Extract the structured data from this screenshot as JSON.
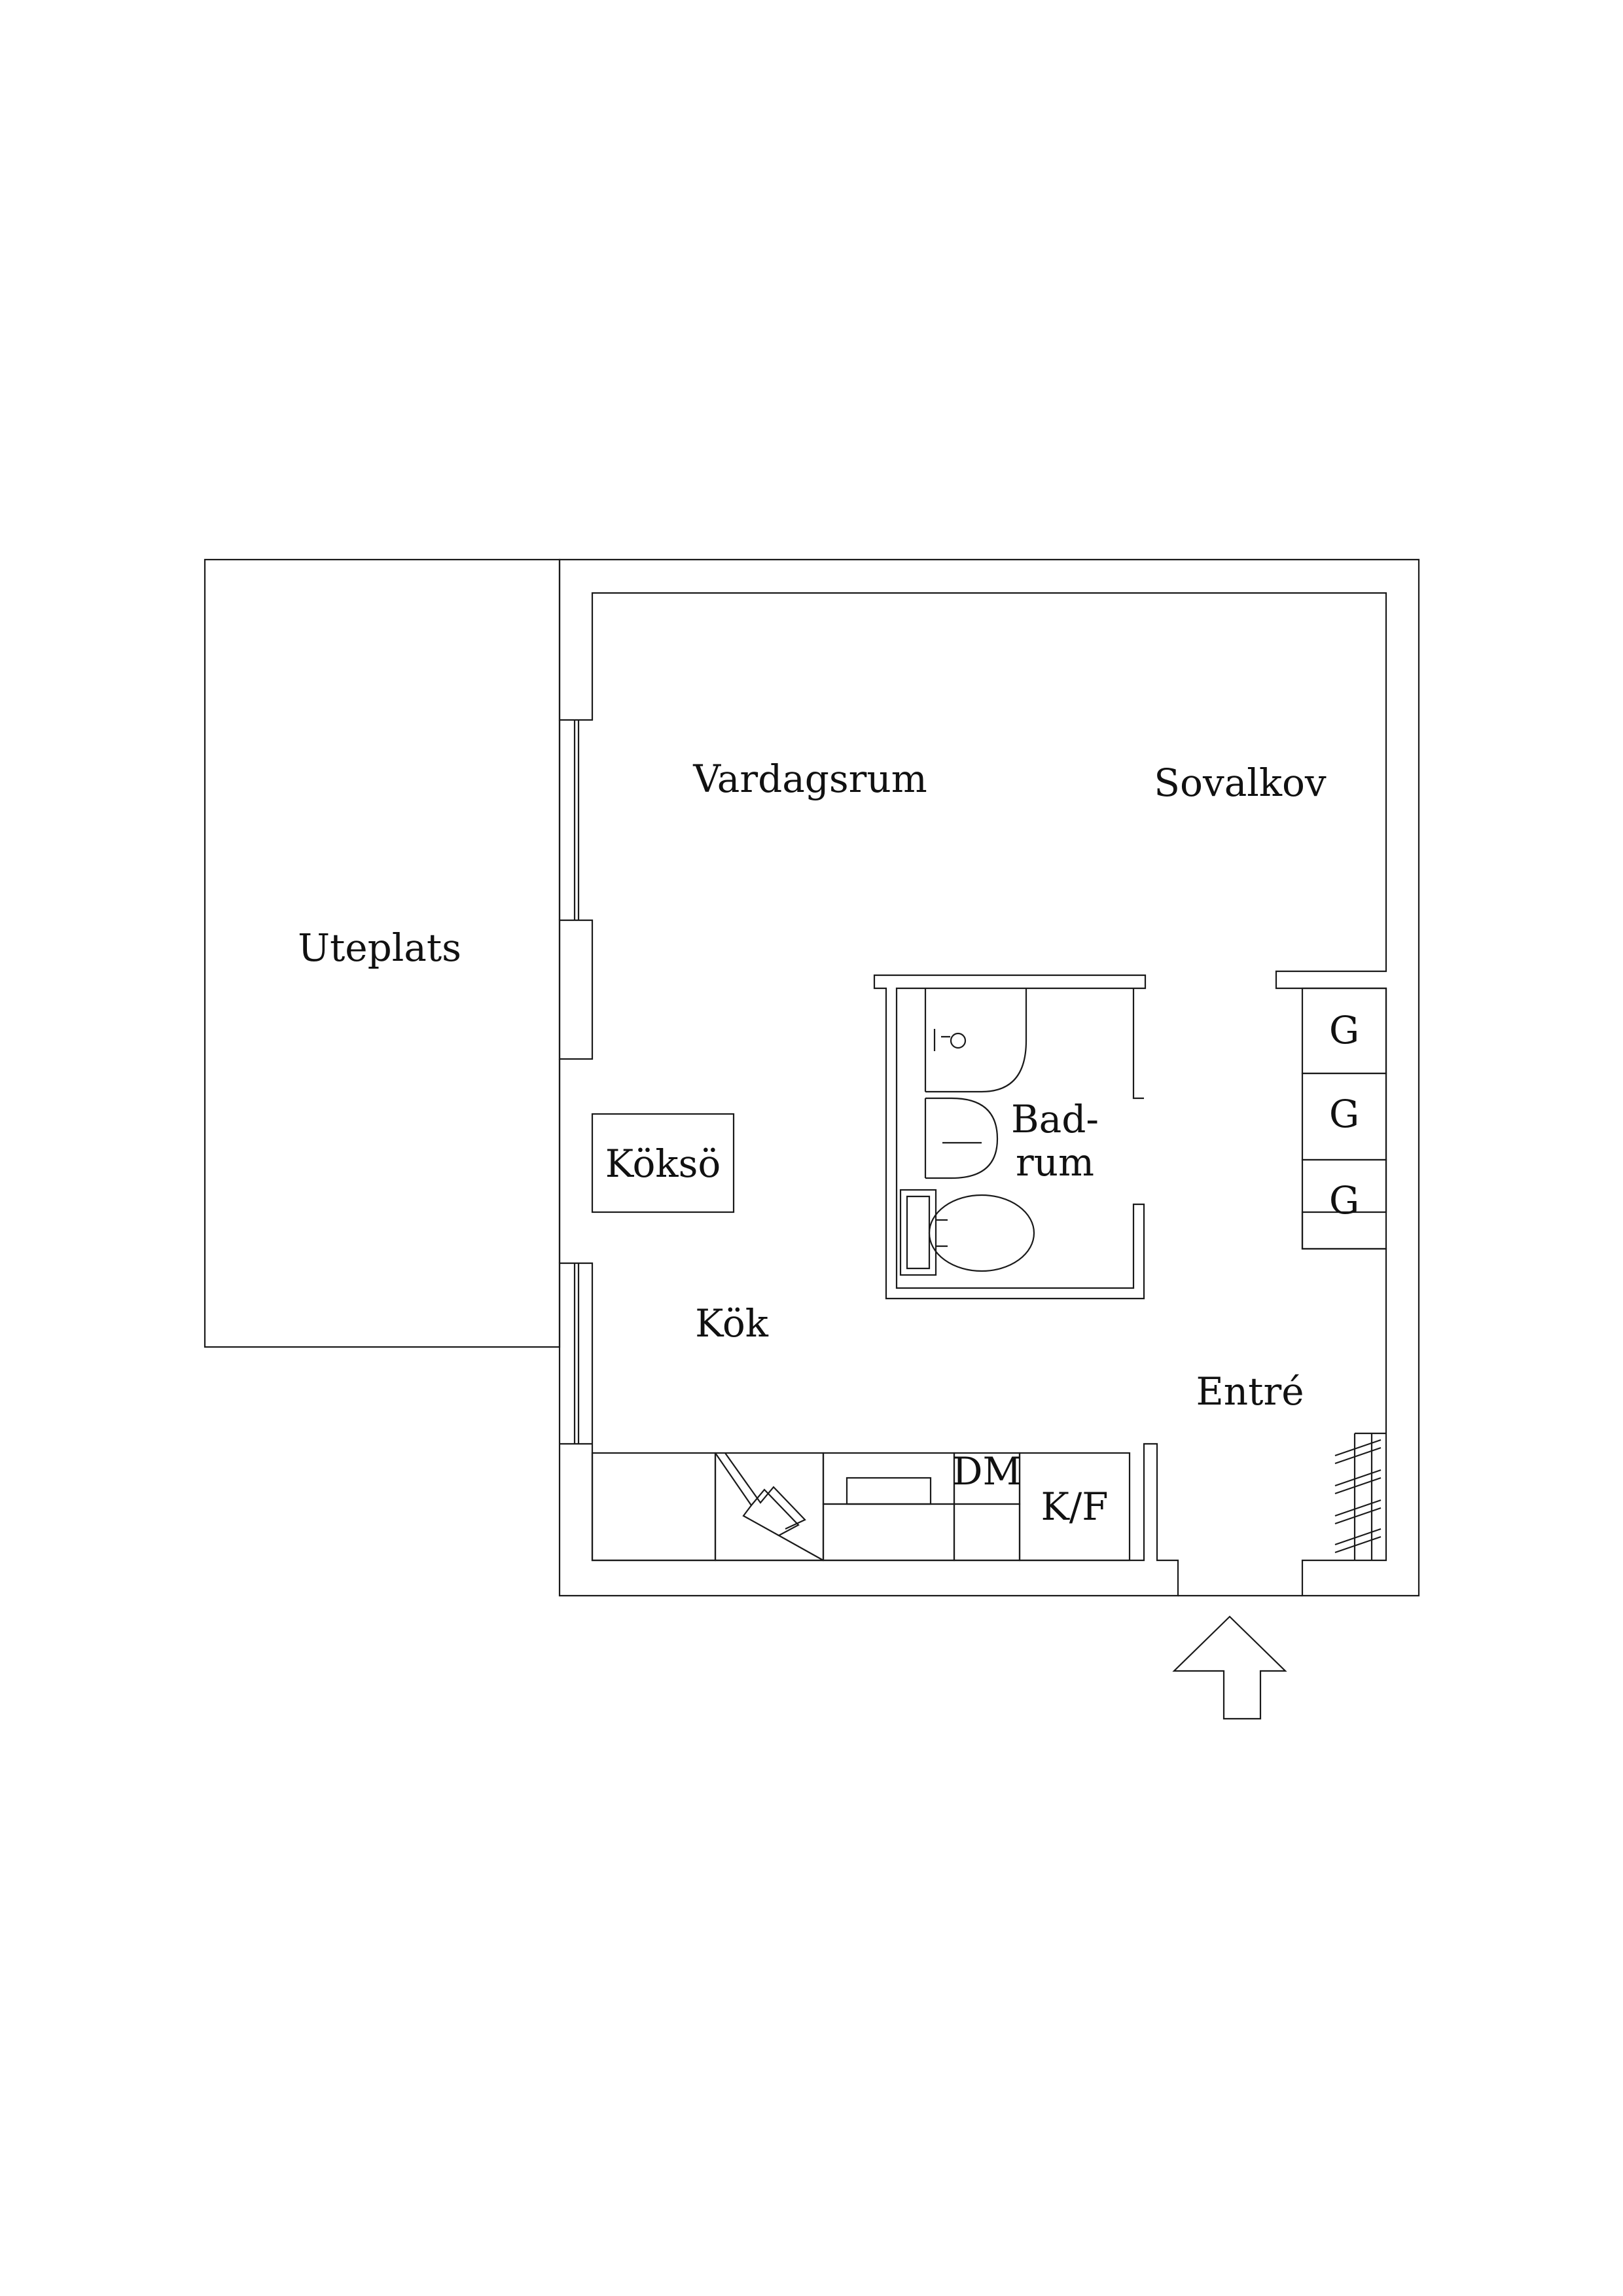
{
  "plan": {
    "rooms": {
      "uteplats": "Uteplats",
      "vardagsrum": "Vardagsrum",
      "sovalkov": "Sovalkov",
      "koksoe": "Köksö",
      "kok": "Kök",
      "badrum_line1": "Bad-",
      "badrum_line2": "rum",
      "entre": "Entré"
    },
    "fixtures": {
      "wardrobe_1": "G",
      "wardrobe_2": "G",
      "wardrobe_3": "G",
      "dishwasher": "DM",
      "fridge_freezer": "K/F"
    }
  }
}
